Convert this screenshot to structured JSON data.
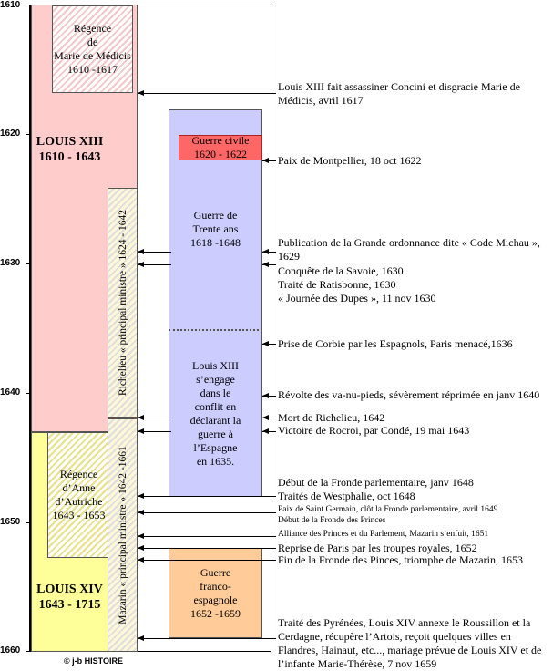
{
  "years": [
    "1610",
    "1620",
    "1630",
    "1640",
    "1650",
    "1660"
  ],
  "reigns": {
    "louis13": "LOUIS XIII\n1610 - 1643",
    "louis14": "LOUIS XIV\n1643 - 1715"
  },
  "regencies": {
    "marie": "Régence\nde\nMarie de Médicis\n1610 -1617",
    "anne": "Régence\nd’Anne\nd’Autriche\n1643 - 1653"
  },
  "ministers": {
    "richelieu": "Richelieu « principal ministre » 1624 - 1642",
    "mazarin": "Mazarin « principal ministre » 1642 -1661"
  },
  "wars": {
    "civil": "Guerre civile\n1620 - 1622",
    "thirty": "Guerre de\nTrente ans\n1618 -1648",
    "spain": "Louis XIII\ns’engage\ndans le\nconflit en\ndéclarant la\nguerre à\nl’Espagne\nen 1635.",
    "franco": "Guerre\nfranco-\nespagnole\n1652 -1659"
  },
  "events": [
    "Louis XIII fait assassiner Concini et disgracie Marie de Médicis, avril 1617",
    "Paix de Montpellier, 18 oct 1622",
    "Publication de la Grande ordonnance dite « Code Michau », 1629",
    "Conquête de la Savoie, 1630\nTraité de Ratisbonne, 1630\n« Journée des Dupes », 11 nov 1630",
    "Prise de Corbie par les Espagnols, Paris menacé,1636",
    "Révolte des va-nu-pieds, sévèrement réprimée en janv 1640",
    "Mort de Richelieu, 1642",
    "Victoire de Rocroi, par Condé, 19 mai 1643",
    "Début de la Fronde parlementaire, janv 1648",
    "Traités de Westphalie, oct 1648",
    "Paix de Saint Germain, clôt la Fronde parlementaire, avril 1649\nDébut de la Fronde des Princes",
    "Alliance des Princes et du Parlement, Mazarin s’enfuit, 1651",
    "Reprise de Paris par les troupes royales, 1652",
    "Fin de la Fronde des Pinces, triomphe de Mazarin, 1653",
    "Traité des Pyrénées, Louis XIV annexe le Roussillon et la Cerdagne, récupère l’Artois, reçoit quelques villes en Flandres, Hainaut, etc..., mariage prévue de Louis XIV et de l’infante Marie-Thérèse, 7 nov 1659"
  ],
  "credit": "© j-b HISTOIRE",
  "colors": {
    "louis13": "#ffcccc",
    "louis14": "#ffff99",
    "war": "#ccccff",
    "civil_war": "#ff6666",
    "franco_war": "#ffcc99"
  }
}
